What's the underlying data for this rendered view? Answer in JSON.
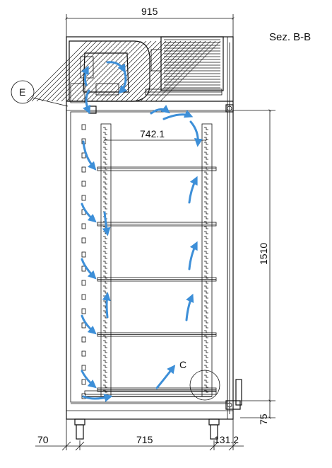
{
  "section_label": "Sez. B-B",
  "dimensions": {
    "overall_width": "915",
    "inner_width": "742.1",
    "inner_height": "1510",
    "foot_height": "75",
    "left_offset": "70",
    "foot_span": "715",
    "right_offset": "131.2"
  },
  "callouts": {
    "detail_e": "E",
    "detail_c": "C"
  },
  "colors": {
    "airflow": "#3d8fd8",
    "line": "#111111"
  },
  "shelf_count": 5
}
